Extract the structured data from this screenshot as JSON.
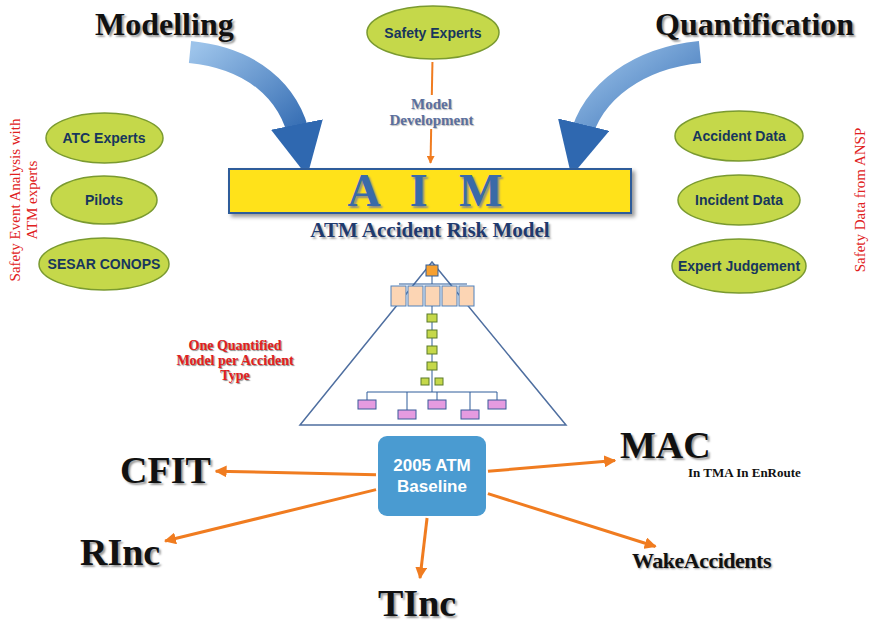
{
  "diagram": {
    "nodes": [
      {
        "text": [
          "Safety Experts"
        ]
      },
      {
        "text": [
          "ATC Experts"
        ]
      },
      {
        "text": [
          "Pilots"
        ]
      },
      {
        "text": [
          "SESAR CONOPS"
        ]
      },
      {
        "text": [
          "Accident Data"
        ]
      },
      {
        "text": [
          "Incident Data"
        ]
      },
      {
        "text": [
          "Expert Judgement"
        ]
      },
      {
        "text": [
          "A I M",
          "ATM Accident Risk Model"
        ]
      },
      {
        "text": [
          "CFIT"
        ]
      },
      {
        "text": [
          "MAC",
          "In TMA In EnRoute"
        ]
      },
      {
        "text": [
          "2005 ATM Baseline"
        ]
      },
      {
        "text": [
          "RInc"
        ]
      },
      {
        "text": [
          "WakeAccidents"
        ]
      },
      {
        "text": [
          "TInc"
        ]
      }
    ],
    "edges": [
      {
        "from": 0,
        "to": 7,
        "arrow": "to",
        "label": "Model Development"
      },
      {
        "from": 10,
        "to": 8,
        "arrow": "to"
      },
      {
        "from": 10,
        "to": 9,
        "arrow": "to"
      },
      {
        "from": 10,
        "to": 11,
        "arrow": "to"
      },
      {
        "from": 10,
        "to": 12,
        "arrow": "to"
      },
      {
        "from": 10,
        "to": 13,
        "arrow": "to"
      }
    ],
    "labels": [
      "Modelling",
      "Quantification",
      "Safety Event Analysis with ATM experts",
      "Safety Data from ANSP",
      "One Quantified Model per Accident Type"
    ]
  }
}
